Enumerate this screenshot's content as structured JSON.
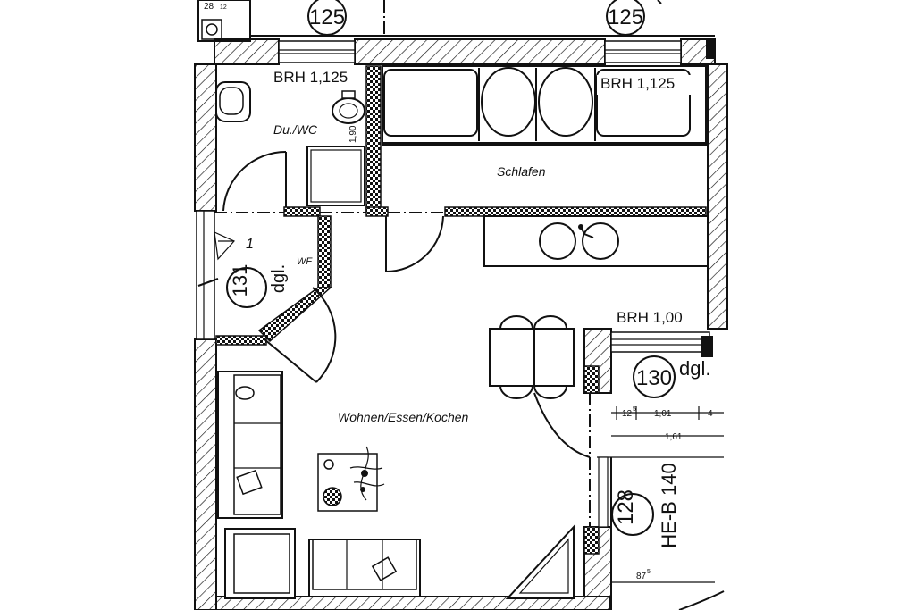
{
  "labels": {
    "room_top_left": "125",
    "room_top_right": "125",
    "top_corner_small": "28",
    "top_corner_small_b": "12",
    "brh_bath": "BRH 1,125",
    "brh_bedroom": "BRH 1,125",
    "brh_living": "BRH 1,00",
    "bath_name": "Du./WC",
    "bath_dim": "1,90",
    "bedroom_name": "Schlafen",
    "hall_number": "131",
    "hall_dgl": "dgl.",
    "hall_wf": "WF",
    "hall_mark": "1",
    "living_name": "Wohnen/Essen/Kochen",
    "room_130": "130",
    "room_130_dgl": "dgl.",
    "dim_125": "12",
    "dim_125_sup": "5",
    "dim_101": "1,01",
    "dim_4": "4",
    "dim_161": "1,61",
    "room_128": "128",
    "heb": "HE-B 140",
    "dim_875": "87",
    "dim_875_sup": "5"
  }
}
